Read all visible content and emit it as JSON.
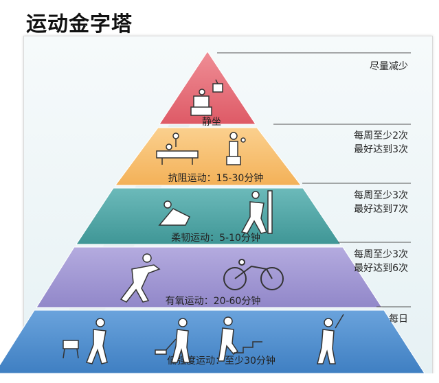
{
  "title": "运动金字塔",
  "tiers": [
    {
      "name": "静坐",
      "color": "#e36e78",
      "frequency": [
        "尽量减少"
      ],
      "icon_names": [
        "tv-sitting-icon"
      ]
    },
    {
      "name": "抗阻运动：15-30分钟",
      "color": "#f7be6e",
      "frequency": [
        "每周至少2次",
        "最好达到3次"
      ],
      "icon_names": [
        "bench-press-icon",
        "dumbbell-curl-icon"
      ]
    },
    {
      "name": "柔韧运动：5-10分钟",
      "color": "#4fa6a6",
      "frequency": [
        "每周至少3次",
        "最好达到7次"
      ],
      "icon_names": [
        "stretching-icon",
        "wall-stretch-icon"
      ]
    },
    {
      "name": "有氧运动：20-60分钟",
      "color": "#9f95d2",
      "frequency": [
        "每周至少3次",
        "最好达到6次"
      ],
      "icon_names": [
        "running-icon",
        "cycling-icon"
      ]
    },
    {
      "name": "低强度运动：至少30分钟",
      "color": "#4d8bcb",
      "frequency": [
        "每日"
      ],
      "icon_names": [
        "dog-walking-icon",
        "sweeping-icon",
        "stairs-icon",
        "golf-icon"
      ]
    }
  ]
}
